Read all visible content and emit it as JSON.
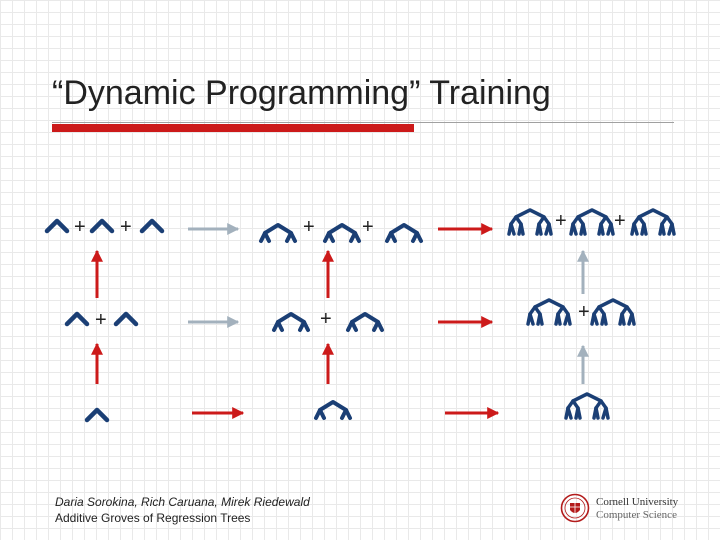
{
  "title": "“Dynamic Programming” Training",
  "footer": {
    "authors": "Daria Sorokina, Rich Caruana, Mirek Riedewald",
    "paper": "Additive Groves of Regression Trees"
  },
  "logo": {
    "name_line": "Cornell University",
    "sub_line": "Computer Science"
  },
  "diagram": {
    "plus_symbol": "+",
    "colors": {
      "tree": "#1b3f75",
      "arrow_active": "#cc1a1a",
      "arrow_inactive": "#a3b1bd"
    }
  }
}
